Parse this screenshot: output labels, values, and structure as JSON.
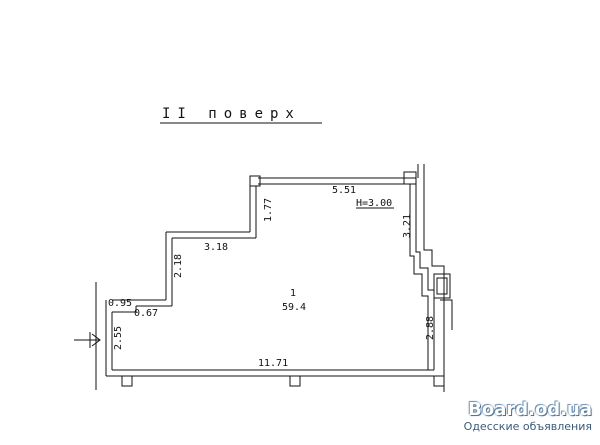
{
  "floor_title": "II поверх",
  "room": {
    "number": "1",
    "area": "59.4"
  },
  "height_label": "H=3.00",
  "dimensions": {
    "top_wall": "5.51",
    "upper_step_vertical": "1.77",
    "middle_step_horizontal": "3.18",
    "lower_step_vertical": "2.18",
    "left_top_a": "0.95",
    "left_top_b": "0.67",
    "left_wall": "2.55",
    "bottom_wall": "11.71",
    "right_upper": "3.21",
    "right_lower": "2.88"
  },
  "watermark": {
    "site": "Board.od.ua",
    "caption": "Одесские объявления"
  },
  "colors": {
    "ink": "#111111",
    "watermark": "#5a7fa0"
  }
}
